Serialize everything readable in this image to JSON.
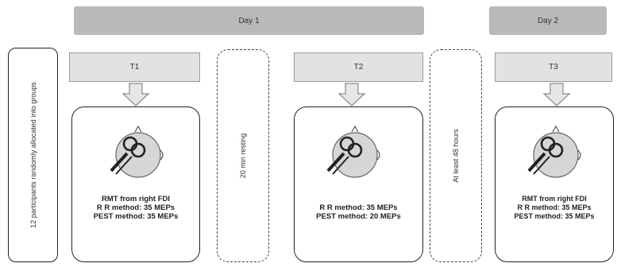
{
  "banners": {
    "day1": "Day 1",
    "day2": "Day 2"
  },
  "left_box": {
    "text": "12 participants randomly allocated into groups"
  },
  "dashed_boxes": {
    "rest": "20 min resting",
    "interval": "At least 48 hours"
  },
  "panels": [
    {
      "tab": "T1",
      "lines": [
        "RMT from right FDI",
        "R R method: 35 MEPs",
        "PEST method: 35 MEPs"
      ]
    },
    {
      "tab": "T2",
      "lines": [
        "R R method: 35 MEPs",
        "PEST method: 20 MEPs"
      ]
    },
    {
      "tab": "T3",
      "lines": [
        "RMT from right FDI",
        "R R method: 35 MEPs",
        "PEST method: 35 MEPs"
      ]
    }
  ],
  "colors": {
    "banner": "#b9b9b9",
    "tab": "#e2e2e2",
    "head": "#d6d6d6"
  },
  "icons": [
    "down-arrow-icon",
    "head-coil-icon"
  ]
}
